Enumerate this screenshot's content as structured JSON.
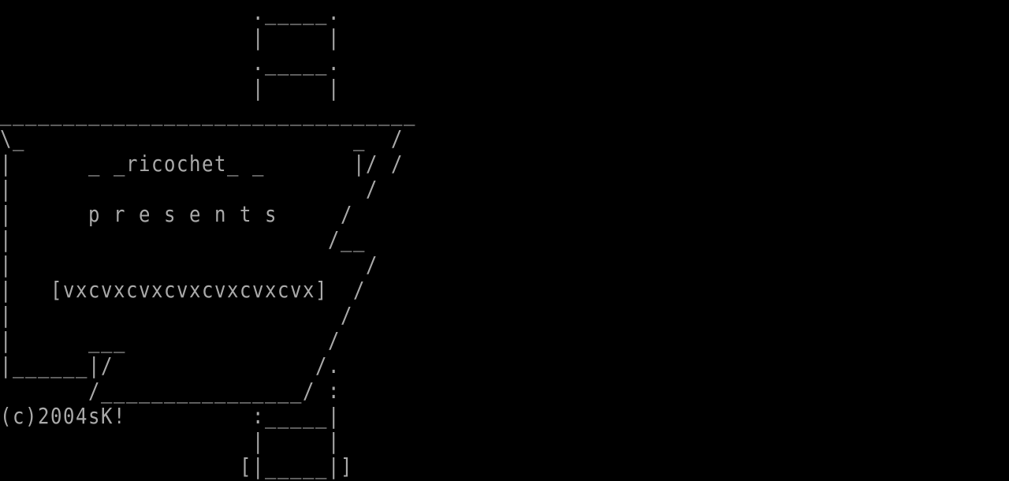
{
  "colors": {
    "foreground": "#aaaaaa",
    "background": "#000000"
  },
  "console": {
    "lines": [
      "                    ._____.",
      "                    |     |",
      "                    ._____.",
      "                    |     |",
      "_________________________________",
      "\\_                          _  /",
      "|      _ _ricochet_ _       |/ /",
      "|                            /",
      "|      p r e s e n t s     /",
      "|                         /__",
      "|                            /",
      "|   [vxcvxcvxcvxcvxcvxcvx]  /",
      "|                          /",
      "|      ___                /",
      "|______|/                /.",
      "       /________________/ :",
      "(c)2004sK!          :_____|",
      "                    |     |",
      "                   [|_____|]"
    ]
  }
}
